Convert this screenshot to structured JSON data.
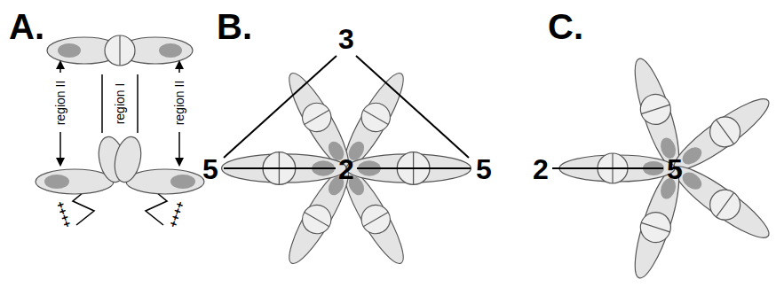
{
  "diagram": {
    "labels": [
      "A.",
      "B.",
      "C.",
      "region II",
      "region I",
      "region II",
      "++++",
      "++++",
      "3",
      "5",
      "2",
      "5",
      "2",
      "5"
    ]
  }
}
